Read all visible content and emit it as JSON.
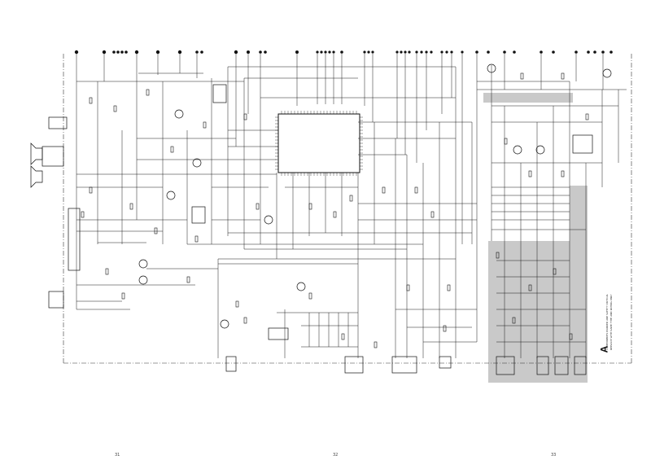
{
  "page": {
    "page_numbers": [
      "31",
      "32",
      "33"
    ],
    "panel_letter": "A",
    "side_notes": [
      "COMPONENTS MARKED ARE SAFETY CRITICAL",
      "REPLACE WITH SAME TYPE AND RATING ONLY"
    ]
  },
  "colors": {
    "line": "#1a1a1a",
    "shade": "#c8c8c8",
    "background": "#ffffff"
  },
  "diagram": {
    "type": "electronic schematic",
    "main_ic": "microcontroller (QFP)",
    "highlighted_region": "power supply section (grey shaded)"
  }
}
